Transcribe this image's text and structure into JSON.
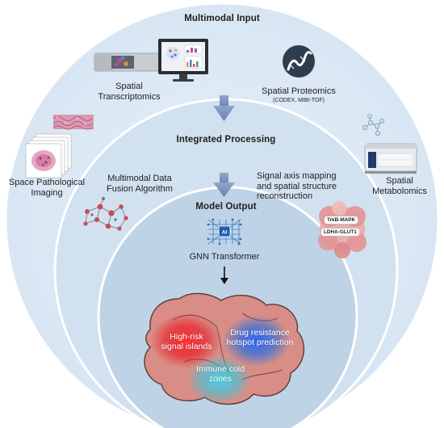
{
  "rings": {
    "outer_title": "Multimodal Input",
    "middle_title": "Integrated Processing",
    "inner_title": "Model Output"
  },
  "inputs": {
    "spatial_transcriptomics": [
      "Spatial",
      "Transcriptomics"
    ],
    "spatial_proteomics": "Spatial Proteomics",
    "spatial_proteomics_methods": "(CODEX, MIBI-TOF)",
    "space_pathological_imaging": [
      "Space Pathological",
      "Imaging"
    ],
    "spatial_metabolomics": [
      "Spatial",
      "Metabolomics"
    ]
  },
  "processing": {
    "fusion_algorithm": [
      "Multimodal Data",
      "Fusion Algorithm"
    ],
    "signal_axis": [
      "Signal axis mapping",
      "and spatial structure",
      "reconstruction"
    ],
    "markers": [
      "TrkB-MAPK",
      "LDHA-GLUT1"
    ]
  },
  "output": {
    "model_name": "GNN Transformer",
    "chip_label": "AI",
    "zones": {
      "high_risk": [
        "High-risk",
        "signal islands"
      ],
      "drug_resistance": [
        "Drug resistance",
        "hotspot prediction"
      ],
      "immune_cold": [
        "Immune cold",
        "zones"
      ]
    }
  },
  "colors": {
    "outer_ring": "#dfeaf6",
    "middle_ring": "#cddded",
    "inner_ring": "#bbd0e4",
    "ring_stroke": "#ffffff",
    "arrow": "#7d8fbe",
    "tumor": "#d88e86",
    "high_risk": "#e8202a",
    "drug_resistance": "#2f6fe0",
    "immune_cold": "#3fc6dc"
  }
}
